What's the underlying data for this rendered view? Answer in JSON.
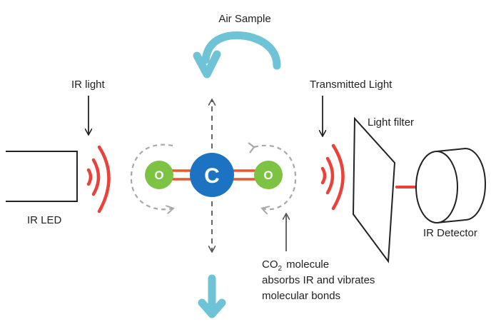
{
  "labels": {
    "air_sample": "Air Sample",
    "ir_light": "IR light",
    "transmitted_light": "Transmitted Light",
    "light_filter": "Light filter",
    "ir_led": "IR LED",
    "ir_detector": "IR Detector",
    "co2_prefix": "CO",
    "co2_subscript": "2",
    "co2_suffix": "molecule",
    "absorbs_line": "absorbs IR and vibrates",
    "bonds_line": "molecular bonds"
  },
  "atoms": {
    "carbon": "C",
    "oxygen_left": "O",
    "oxygen_right": "O"
  },
  "colors": {
    "wave": "#e8423a",
    "carbon": "#1b73c2",
    "oxygen": "#7cc243",
    "bond": "#e8582e",
    "air_arrow": "#6fc3d6",
    "dashed": "#a8a8a8",
    "line": "#222222"
  }
}
